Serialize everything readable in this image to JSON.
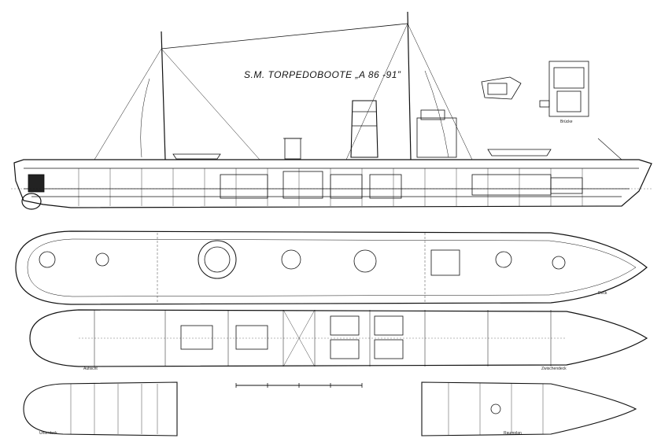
{
  "title": "S.M. TORPEDOBOOTE „A 86 -91”",
  "labels": {
    "bridge": "Brücke",
    "deck": "Deck",
    "plan1": "Aufsicht",
    "plan2": "Zwischendeck",
    "plan3": "Unterdeck",
    "plan4": "Raumplan"
  },
  "colors": {
    "ink": "#111111",
    "paper": "#ffffff"
  }
}
